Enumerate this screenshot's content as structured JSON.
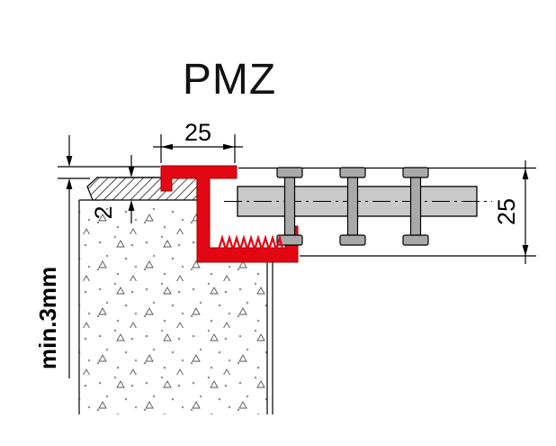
{
  "title": "PMZ",
  "labels": {
    "dim_top_width": "25",
    "dim_tile_thickness": "2",
    "dim_min_depth": "min.3mm",
    "dim_grating_height": "25"
  },
  "colors": {
    "profile_red": "#e30613",
    "profile_red_dark": "#9b0000",
    "grating_fill": "#c9c9c9",
    "beam_fill": "#a9a9a9",
    "line": "#000000",
    "background": "#ffffff"
  }
}
